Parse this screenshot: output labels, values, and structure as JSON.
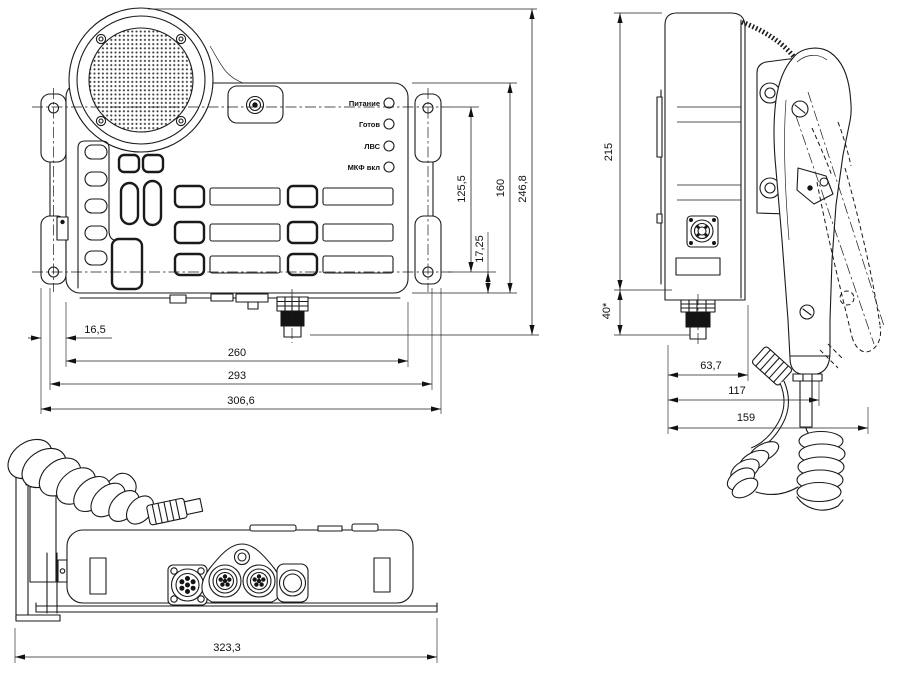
{
  "drawing": {
    "front_view": {
      "leds": [
        "Питание",
        "Готов",
        "ЛВС",
        "МКФ вкл"
      ],
      "dims": {
        "hole_spacing_v": "125,5",
        "body_height": "160",
        "overall_height": "246,8",
        "hole_offset_bottom": "17,25",
        "left_offset": "16,5",
        "body_width": "260",
        "plate_width": "293",
        "overall_width": "306,6"
      }
    },
    "side_view": {
      "dims": {
        "height": "215",
        "bottom_ref": "40*",
        "depth_body": "63,7",
        "depth_handset": "117",
        "depth_overall": "159"
      }
    },
    "bottom_view": {
      "dims": {
        "overall_width": "323,3"
      }
    },
    "colors": {
      "line": "#1a1a1a",
      "background": "#ffffff"
    }
  }
}
